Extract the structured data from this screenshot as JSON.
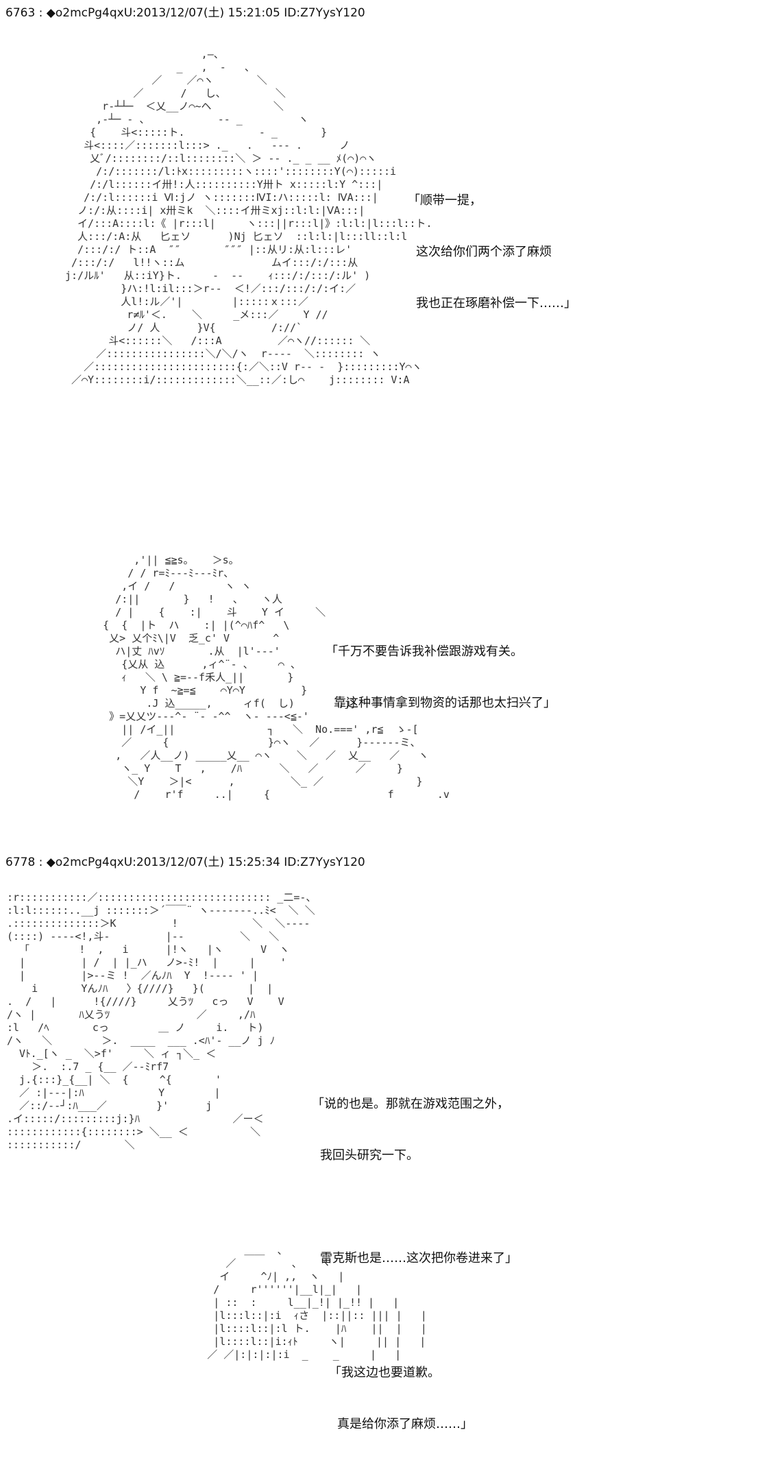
{
  "posts": [
    {
      "header": "6763 : ◆o2mcPg4qxU:2013/12/07(土) 15:21:05 ID:Z7YysY120",
      "scenes": [
        {
          "art": "                      ,—、\n                  _   ,  ‐   、\n              ／    ／⌒ヽ       ＼\n           ／      /   し、        ＼\n      r‐┴┴─  ＜乂__ノ⌒~ヘ          ＼\n     ,‐┴─ ‐ 、           -- _         ヽ\n    {    斗<:::::ト.            ‐ _       }\n   斗<::::／:::::::l:::> ._   .   ‐-‐ .      ノ\n    乂ﾞ/::::::::/::l::::::::＼ ＞ ‐‐ ._ _ __ ﾒ(⌒)⌒ヽ\n     /:/:::::::/l:ﾄx:::::::::ヽ::::'::::::::Y(⌒):::::i\n    /:/l::::::イ卅!:人::::::::::Y卅ト x:::::l:Y ^:::|\n   /:/:l::::::i Ⅵ:jノ ヽ:::::::ⅣI:ハ:::::l: ⅣA:::|\n  ノ:/:从::::i| x卅ミk  ＼::::イ卅ミxj::l:l:|ⅤA:::|\n  イ/:::A::::l:《 |r:::l|     ヽ:::||r:::l|》:l:l:|l:::l::ト.\n  人:::/:A:从   匕ェソ      )Nj 匕ェソ  ::l:l:|l:::ll::l:l\n  /:::/:/ ト::A  ″″       ″″″ |::从リ:从:l:::レ'\n /:::/:/   l!!ヽ::ム              ムイ:::/:/:::从\nj:/ルﾙ'   从::iY}ト.     ‐  ‐‐    ｨ:::/:/:::/:ル' )\n         }ハ:!l:il:::＞r‐‐  ＜!／:::/:::/:/:イ:／\n         人l!:ル／'|        |:::::ｘ:::／\n          r≠ﾙ'＜.    ＼     _メ:::／    Y //\n          ノ/ 人      }V{         /://`\n       斗<::::::＼   /:::A         ／⌒ヽ//:::::: ＼\n     ／::::::::::::::::＼/＼/ヽ  r‐‐‐‐  ＼:::::::: ヽ\n   ／:::::::::::::::::::::::{:／＼::V r‐‐ -  }:::::::::Y⌒ヽ\n ／⌒Y::::::::i/:::::::::::::＼__::／:し⌒    j:::::::: V:A",
          "dialogue": [
            "「顺带一提，",
            "这次给你们两个添了麻烦",
            "我也正在琢磨补偿一下……」"
          ]
        },
        {
          "art": "          ,'|| ≦≧s。   ＞s。\n         / / r=ﾐ‐‐‐ﾐ‐‐‐ﾐr、\n        ,イ /   /        ヽ ヽ\n       /:||       }   !   、   ヽ人\n       / |    {    :|    斗    Y イ     ＼\n     {  {  |ト  ハ    :| |(^⌒ﾊf^   \\\n      乂> 乂个ﾐ\\|V  乏_c' V       ^\n       ハ|丈 ﾊvｿ       .从  |l'‐‐‐'\n        {乂从 込      ,ィ^¨‐ 、    ⌒ 、\n        ｨ   ＼ \\ ≧=‐‐f禾人_||       }\n           Y f  ~≧=≦    ⌒Y⌒Y         }\n            .J 込_____,     ィf(  し)       ,j}\n      》=乂乂ツ‐‐‐^‐ ¨‐ ‐^^  ヽ‐ ‐-‐<≦‐'\n        || /イ_||               ┐   ＼  No.===' ,r≦  ゝ-[\n        ／     {                }⌒ヽ   ／      }‐‐‐‐‐‐ミ、\n       ,   ／人__ノ) _____乂__ ⌒ヽ    ＼   ／  乂__   ／   ヽ\n        ヽ_ Y    T   ,    /ﾊ      ＼   ／      ／     }\n         ＼Y    ＞|<      ,         ＼_ ／               }\n          /    r'f     ..|     {                   f       .v",
          "dialogue": [
            "「千万不要告诉我补偿跟游戏有关。",
            "靠这种事情拿到物资的话那也太扫兴了」"
          ]
        }
      ]
    },
    {
      "header": "6778 : ◆o2mcPg4qxU:2013/12/07(土) 15:25:34 ID:Z7YysY120",
      "scenes": [
        {
          "art": ":r:::::::::::／:::::::::::::::::::::::::::: _二=‐、\n:l:l::::::..__j :::::::＞´￣￣¨ ヽ‐‐‐‐‐‐‐..ﾐ<  ＼ ＼\n.::::::::::::::＞K         !            ＼  ＼‐‐‐‐\n(::::) ‐‐‐‐<!,斗‐         |‐‐         ＼   ＼\n  「        !  ,   i      |!ヽ   |ヽ      V  ヽ\n  |         | /  | |_ハ   ノ>‐ﾐ!  |     |    '\n  |         |>‐‐ミ !  ／んﾉﾊ  Y  !‐‐‐‐ ' |\n    i       Yんﾉﾊ   〉{////}   }(       |  |\n.  /   |      !{////}     乂うﾂ   cっ   V    V\n/ヽ |       ﾊ乂うﾂ              ／     ,/ﾊ\n:l   /ﾍ       cっ        ＿ ノ     i.   ト)\n/ヽ   ＼        ＞.  ____  ___ .<ﾊ'‐ __ノ j ﾉ\n  Vﾄ._[ヽ _  ＼>f'     ＼ ィ ┐＼_ ＜\n    ＞.  :.7 _ {__ ／‐‐ﾐrf7\n  j.{:::}_{__| ＼  {     ^{       '\n  ／ :|‐‐‐|:ﾊ            Y        |\n  ／::/‐‐┘:ﾊ___／        }'      j\n.イ:::::/:::::::::j:}ﾊ               ／ー＜\n::::::::::::{::::::::> ＼__ ＜          ＼\n:::::::::::/       ＼",
          "dialogue": [
            "「说的也是。那就在游戏范围之外，",
            "我回头研究一下。",
            "",
            "雷克斯也是……这次把你卷进来了」"
          ]
        },
        {
          "art": "              ＿＿  、\n           ／         、   ヽ\n          イ     ^ﾉ| ,,  ヽ   |\n         /     r''''''|__l|_|   |\n         | ::  :     l__|_!| |_!! |   |\n         |l:::l::|:i  ｨさ  |::||:: ||| |   |\n         |l::::l::|:l ト.    |ﾊ    ||  |   |\n         |l::::l::|i:ｨﾄ     ヽ|     || |   |\n        ／ ／|:|:|:|:i  _    _     |   |",
          "dialogue": [
            "「我这边也要道歉。",
            "真是给你添了麻烦……」"
          ]
        }
      ]
    }
  ]
}
